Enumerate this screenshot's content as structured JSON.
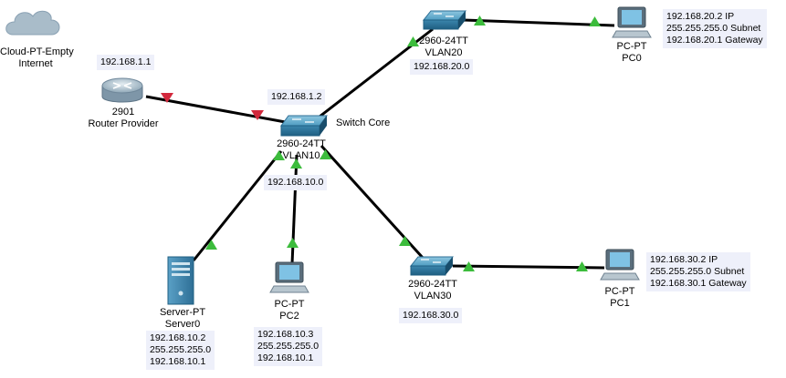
{
  "colors": {
    "link": "#000000",
    "link_up": "#3cbc3c",
    "link_down": "#d2283c",
    "note_bg": "#eef0fa",
    "switch_body": "#2d7fa6",
    "router_body": "#9bb0bf",
    "cloud": "#a9bcc9"
  },
  "devices": {
    "cloud": {
      "type": "Cloud-PT-Empty",
      "name": "Internet",
      "icon": "cloud-icon"
    },
    "router": {
      "model": "2901",
      "name": "Router Provider",
      "icon": "router-icon"
    },
    "core_switch": {
      "model": "2960-24TT",
      "name": "VLAN10",
      "label": "Switch Core",
      "icon": "switch-icon"
    },
    "switch_vlan20": {
      "model": "2960-24TT",
      "name": "VLAN20",
      "icon": "switch-icon"
    },
    "switch_vlan30": {
      "model": "2960-24TT",
      "name": "VLAN30",
      "icon": "switch-icon"
    },
    "server0": {
      "type": "Server-PT",
      "name": "Server0",
      "icon": "server-icon"
    },
    "pc2": {
      "type": "PC-PT",
      "name": "PC2",
      "icon": "pc-icon"
    },
    "pc0": {
      "type": "PC-PT",
      "name": "PC0",
      "icon": "pc-icon"
    },
    "pc1": {
      "type": "PC-PT",
      "name": "PC1",
      "icon": "pc-icon"
    }
  },
  "notes": {
    "router_ip": "192.168.1.1",
    "core_ip": "192.168.1.2",
    "vlan10_net": "192.168.10.0",
    "vlan20_net": "192.168.20.0",
    "vlan30_net": "192.168.30.0",
    "pc0": [
      "192.168.20.2 IP",
      "255.255.255.0 Subnet",
      "192.168.20.1 Gateway"
    ],
    "pc1": [
      "192.168.30.2 IP",
      "255.255.255.0 Subnet",
      "192.168.30.1 Gateway"
    ],
    "server0": [
      "192.168.10.2",
      "255.255.255.0",
      "192.168.10.1"
    ],
    "pc2": [
      "192.168.10.3",
      "255.255.255.0",
      "192.168.10.1"
    ]
  }
}
